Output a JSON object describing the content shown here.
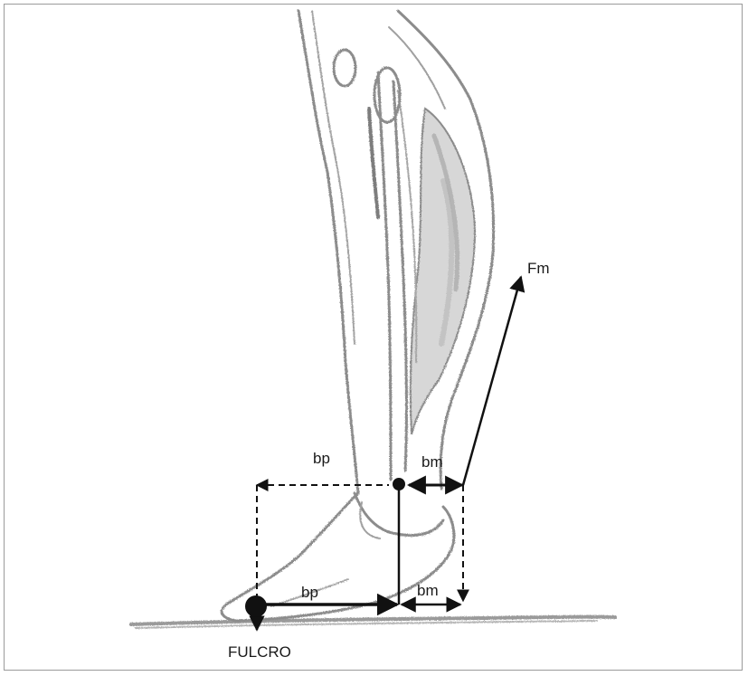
{
  "labels": {
    "force": "Fm",
    "bp_top": "bp",
    "bm_top": "bm",
    "bp_bottom": "bp",
    "bm_bottom": "bm",
    "fulcrum": "FULCRO"
  }
}
